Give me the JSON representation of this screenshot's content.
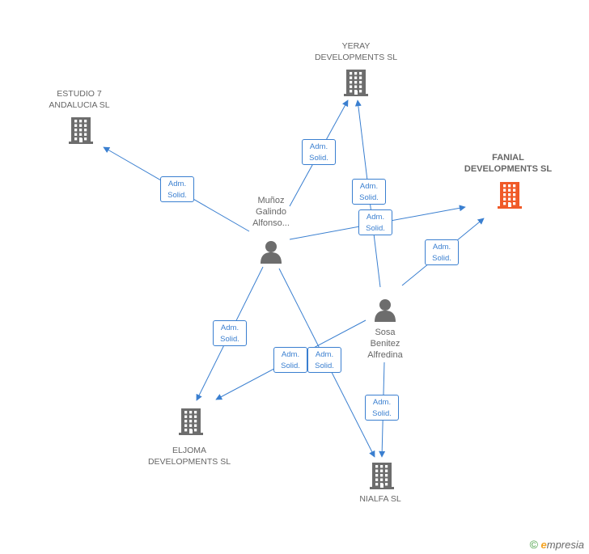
{
  "companies": [
    {
      "id": "yeray",
      "label": "YERAY\nDEVELOPMENTS SL",
      "focus": false
    },
    {
      "id": "estudio7",
      "label": "ESTUDIO 7\nANDALUCIA SL",
      "focus": false
    },
    {
      "id": "fanial",
      "label": "FANIAL\nDEVELOPMENTS SL",
      "focus": true
    },
    {
      "id": "eljoma",
      "label": "ELJOMA\nDEVELOPMENTS SL",
      "focus": false
    },
    {
      "id": "nialfa",
      "label": "NIALFA SL",
      "focus": false
    }
  ],
  "persons": [
    {
      "id": "munoz",
      "label": "Muñoz\nGalindo\nAlfonso..."
    },
    {
      "id": "sosa",
      "label": "Sosa\nBenitez\nAlfredina"
    }
  ],
  "relation_label": {
    "line1": "Adm.",
    "line2": "Solid."
  },
  "edges": [
    {
      "from": "munoz",
      "to": "yeray"
    },
    {
      "from": "munoz",
      "to": "estudio7"
    },
    {
      "from": "munoz",
      "to": "fanial"
    },
    {
      "from": "munoz",
      "to": "eljoma"
    },
    {
      "from": "munoz",
      "to": "nialfa"
    },
    {
      "from": "sosa",
      "to": "yeray"
    },
    {
      "from": "sosa",
      "to": "fanial"
    },
    {
      "from": "sosa",
      "to": "eljoma"
    },
    {
      "from": "sosa",
      "to": "nialfa"
    }
  ],
  "colors": {
    "edge": "#3a7fd0",
    "company": "#6d6d6d",
    "focus_company": "#f05a28",
    "person": "#6d6d6d"
  },
  "footer": {
    "copyright": "©",
    "brand_initial": "e",
    "brand_rest": "mpresia"
  }
}
